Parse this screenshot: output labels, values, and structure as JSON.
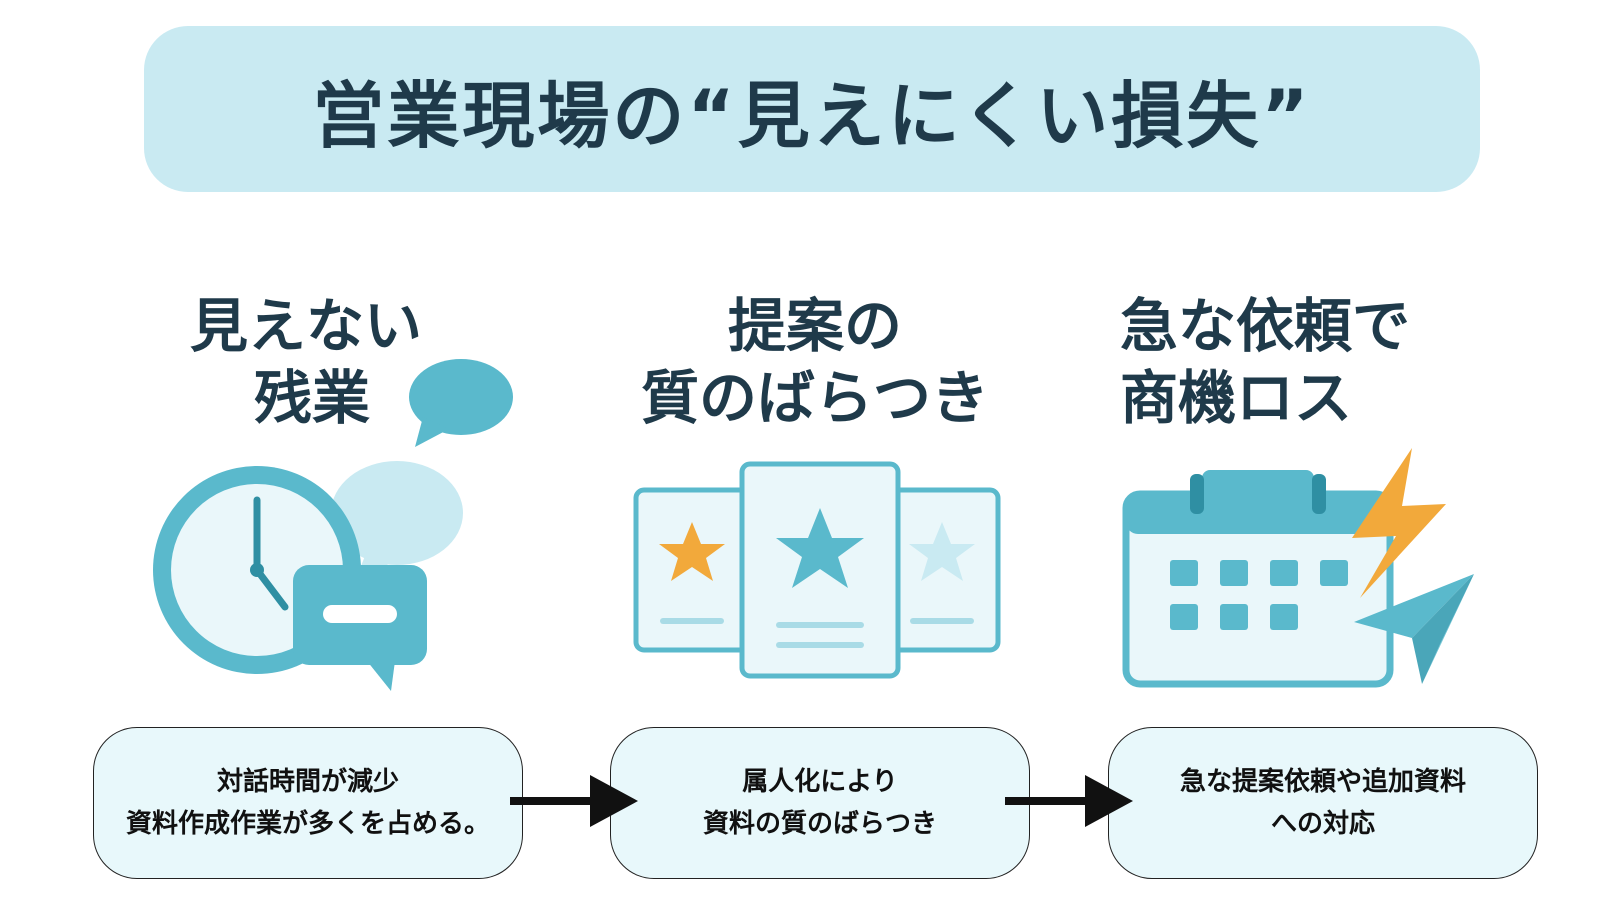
{
  "title": "営業現場の“見えにくい損失”",
  "columns": [
    {
      "heading": [
        "見えない",
        "残業"
      ],
      "icon": "clock-chat-icon",
      "description": [
        "対話時間が減少",
        "資料作成作業が多くを占める。"
      ]
    },
    {
      "heading": [
        "提案の",
        "質のばらつき"
      ],
      "icon": "star-cards-icon",
      "description": [
        "属人化により",
        "資料の質のばらつき"
      ]
    },
    {
      "heading": [
        "急な依頼で",
        "商機ロス"
      ],
      "icon": "calendar-lightning-icon",
      "description": [
        "急な提案依頼や追加資料",
        "への対応"
      ]
    }
  ],
  "colors": {
    "banner": "#c9eaf2",
    "accent": "#5ab9cc",
    "accent_light": "#c9eaf2",
    "star_orange": "#f2a93b",
    "text": "#1f3a4a",
    "box_fill": "#e8f8fb"
  }
}
